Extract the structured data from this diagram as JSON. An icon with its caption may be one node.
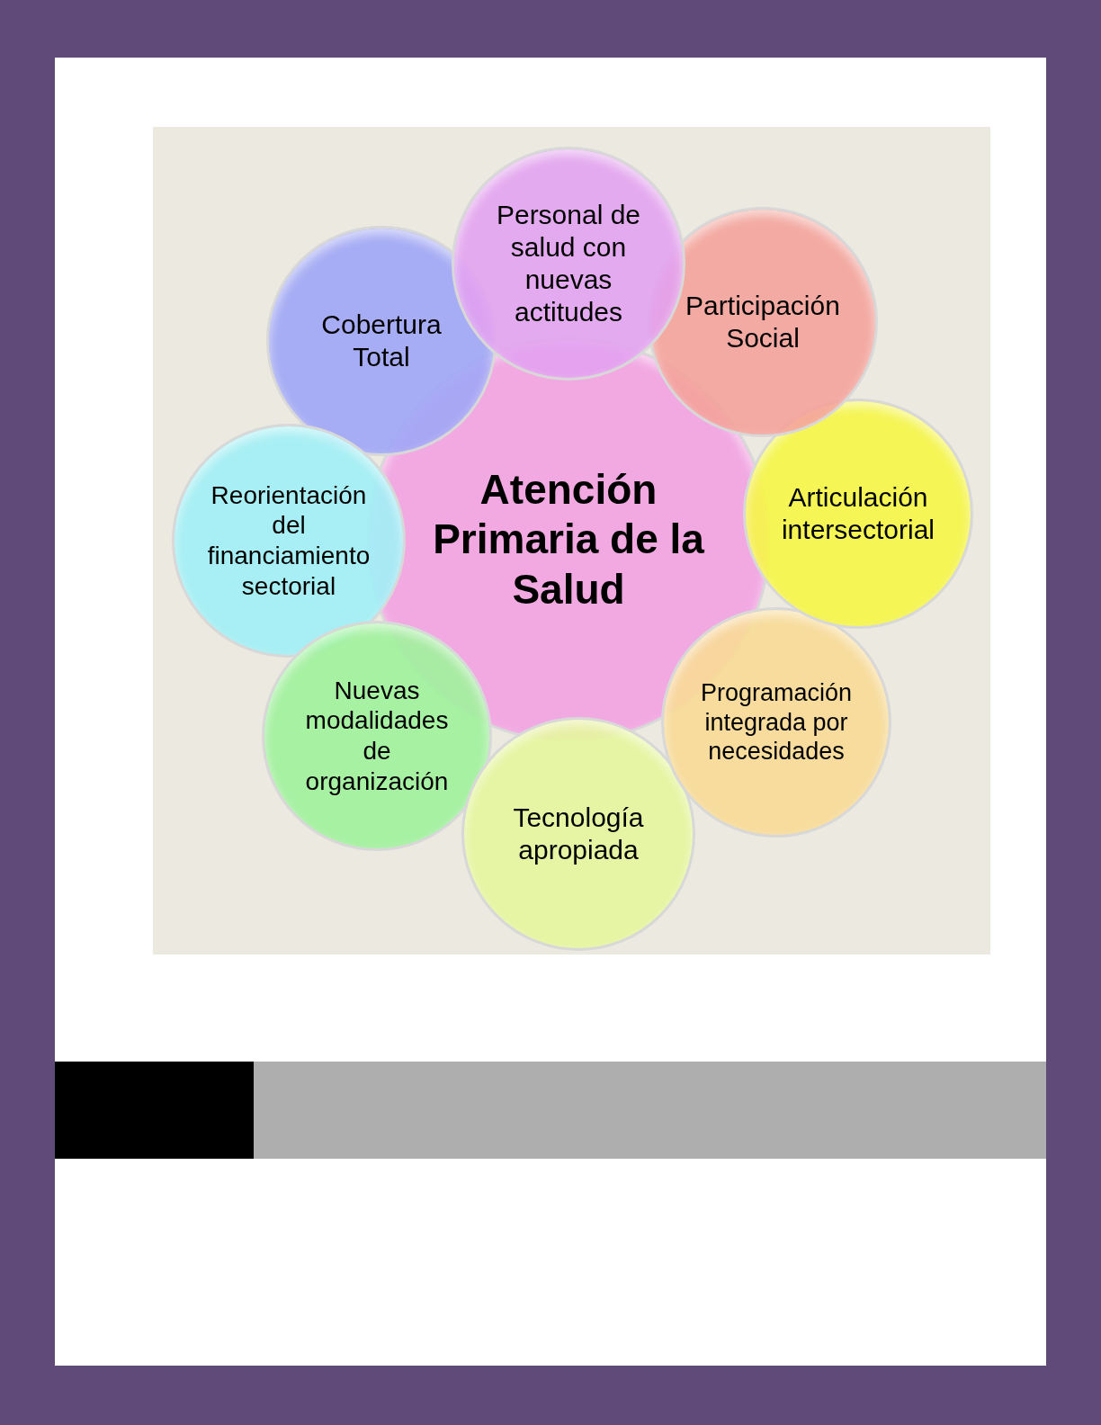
{
  "diagram": {
    "nodes": [
      {
        "text": [
          "Atención Primaria de la Salud"
        ]
      },
      {
        "text": [
          "Personal de salud con nuevas actitudes"
        ]
      },
      {
        "text": [
          "Participación Social"
        ]
      },
      {
        "text": [
          "Articulación intersectorial"
        ]
      },
      {
        "text": [
          "Programación integrada por necesidades"
        ]
      },
      {
        "text": [
          "Tecnología apropiada"
        ]
      },
      {
        "text": [
          "Nuevas modalidades de organización"
        ]
      },
      {
        "text": [
          "Reorientación del financiamiento sectorial"
        ]
      },
      {
        "text": [
          "Cobertura Total"
        ]
      },
      {
        "text": [],
        "shape": "box"
      },
      {
        "text": [],
        "shape": "bar"
      }
    ]
  }
}
